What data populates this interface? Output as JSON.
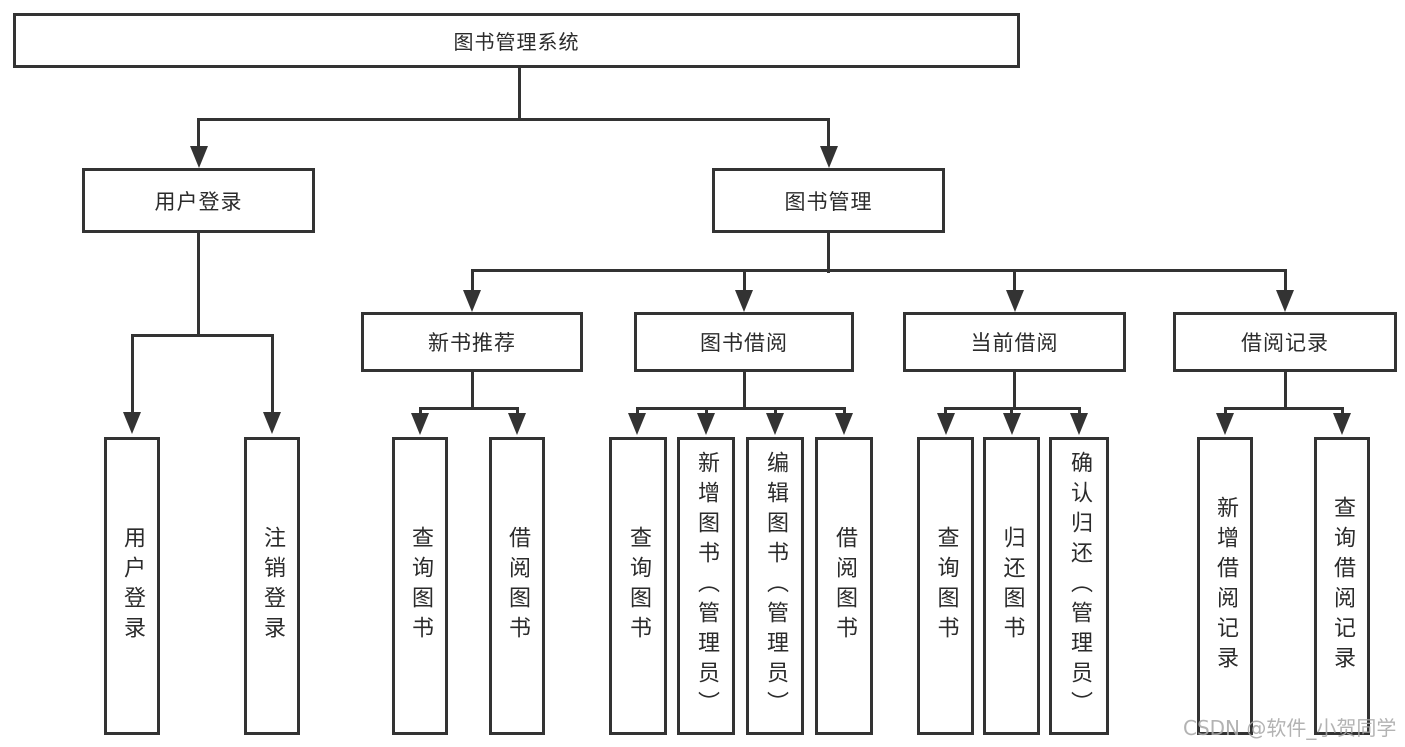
{
  "diagram": {
    "title_node": {
      "label": "图书管理系统"
    },
    "level2": [
      {
        "label": "用户登录"
      },
      {
        "label": "图书管理"
      }
    ],
    "level3": [
      {
        "label": "新书推荐"
      },
      {
        "label": "图书借阅"
      },
      {
        "label": "当前借阅"
      },
      {
        "label": "借阅记录"
      }
    ],
    "leaves": {
      "user_login": [
        {
          "label": "用户登录"
        },
        {
          "label": "注销登录"
        }
      ],
      "new_book": [
        {
          "label": "查询图书"
        },
        {
          "label": "借阅图书"
        }
      ],
      "book_borrow": [
        {
          "label": "查询图书"
        },
        {
          "label": "新增图书（管理员）"
        },
        {
          "label": "编辑图书（管理员）"
        },
        {
          "label": "借阅图书"
        }
      ],
      "current_borrow": [
        {
          "label": "查询图书"
        },
        {
          "label": "归还图书"
        },
        {
          "label": "确认归还（管理员）"
        }
      ],
      "borrow_records": [
        {
          "label": "新增借阅记录"
        },
        {
          "label": "查询借阅记录"
        }
      ]
    }
  },
  "watermark": {
    "text": "CSDN @软件_小贺同学"
  },
  "colors": {
    "line": "#333333",
    "text": "#2b2b2b",
    "background": "#ffffff",
    "watermark": "#a8a8a8"
  }
}
